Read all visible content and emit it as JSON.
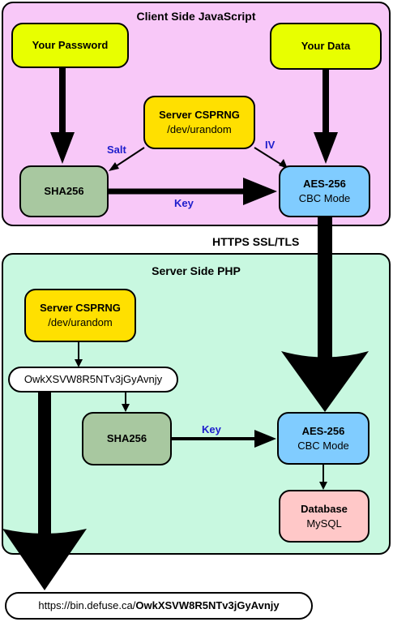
{
  "client_region": {
    "title": "Client Side JavaScript",
    "fill": "#f8c8f8"
  },
  "server_region": {
    "title": "Server Side PHP",
    "fill": "#c8f8e0"
  },
  "nodes": {
    "your_password": {
      "line1": "Your Password",
      "fill": "#e8ff00"
    },
    "your_data": {
      "line1": "Your Data",
      "fill": "#e8ff00"
    },
    "client_csprng": {
      "line1": "Server CSPRNG",
      "line2": "/dev/urandom",
      "fill": "#ffe000"
    },
    "client_sha256": {
      "line1": "SHA256",
      "fill": "#a8c8a0"
    },
    "client_aes": {
      "line1": "AES-256",
      "line2": "CBC Mode",
      "fill": "#80ccff"
    },
    "server_csprng": {
      "line1": "Server CSPRNG",
      "line2": "/dev/urandom",
      "fill": "#ffe000"
    },
    "paste_id": {
      "text": "OwkXSVW8R5NTv3jGyAvnjy"
    },
    "server_sha256": {
      "line1": "SHA256",
      "fill": "#a8c8a0"
    },
    "server_aes": {
      "line1": "AES-256",
      "line2": "CBC Mode",
      "fill": "#80ccff"
    },
    "database": {
      "line1": "Database",
      "line2": "MySQL",
      "fill": "#ffc8c8"
    },
    "final_url": {
      "prefix": "https://bin.defuse.ca/",
      "suffix": "OwkXSVW8R5NTv3jGyAvnjy"
    }
  },
  "edge_labels": {
    "salt": "Salt",
    "iv": "IV",
    "client_key": "Key",
    "server_key": "Key",
    "transport": "HTTPS SSL/TLS"
  },
  "colors": {
    "edge_label": "#1d1dcc",
    "stroke": "#000000"
  }
}
